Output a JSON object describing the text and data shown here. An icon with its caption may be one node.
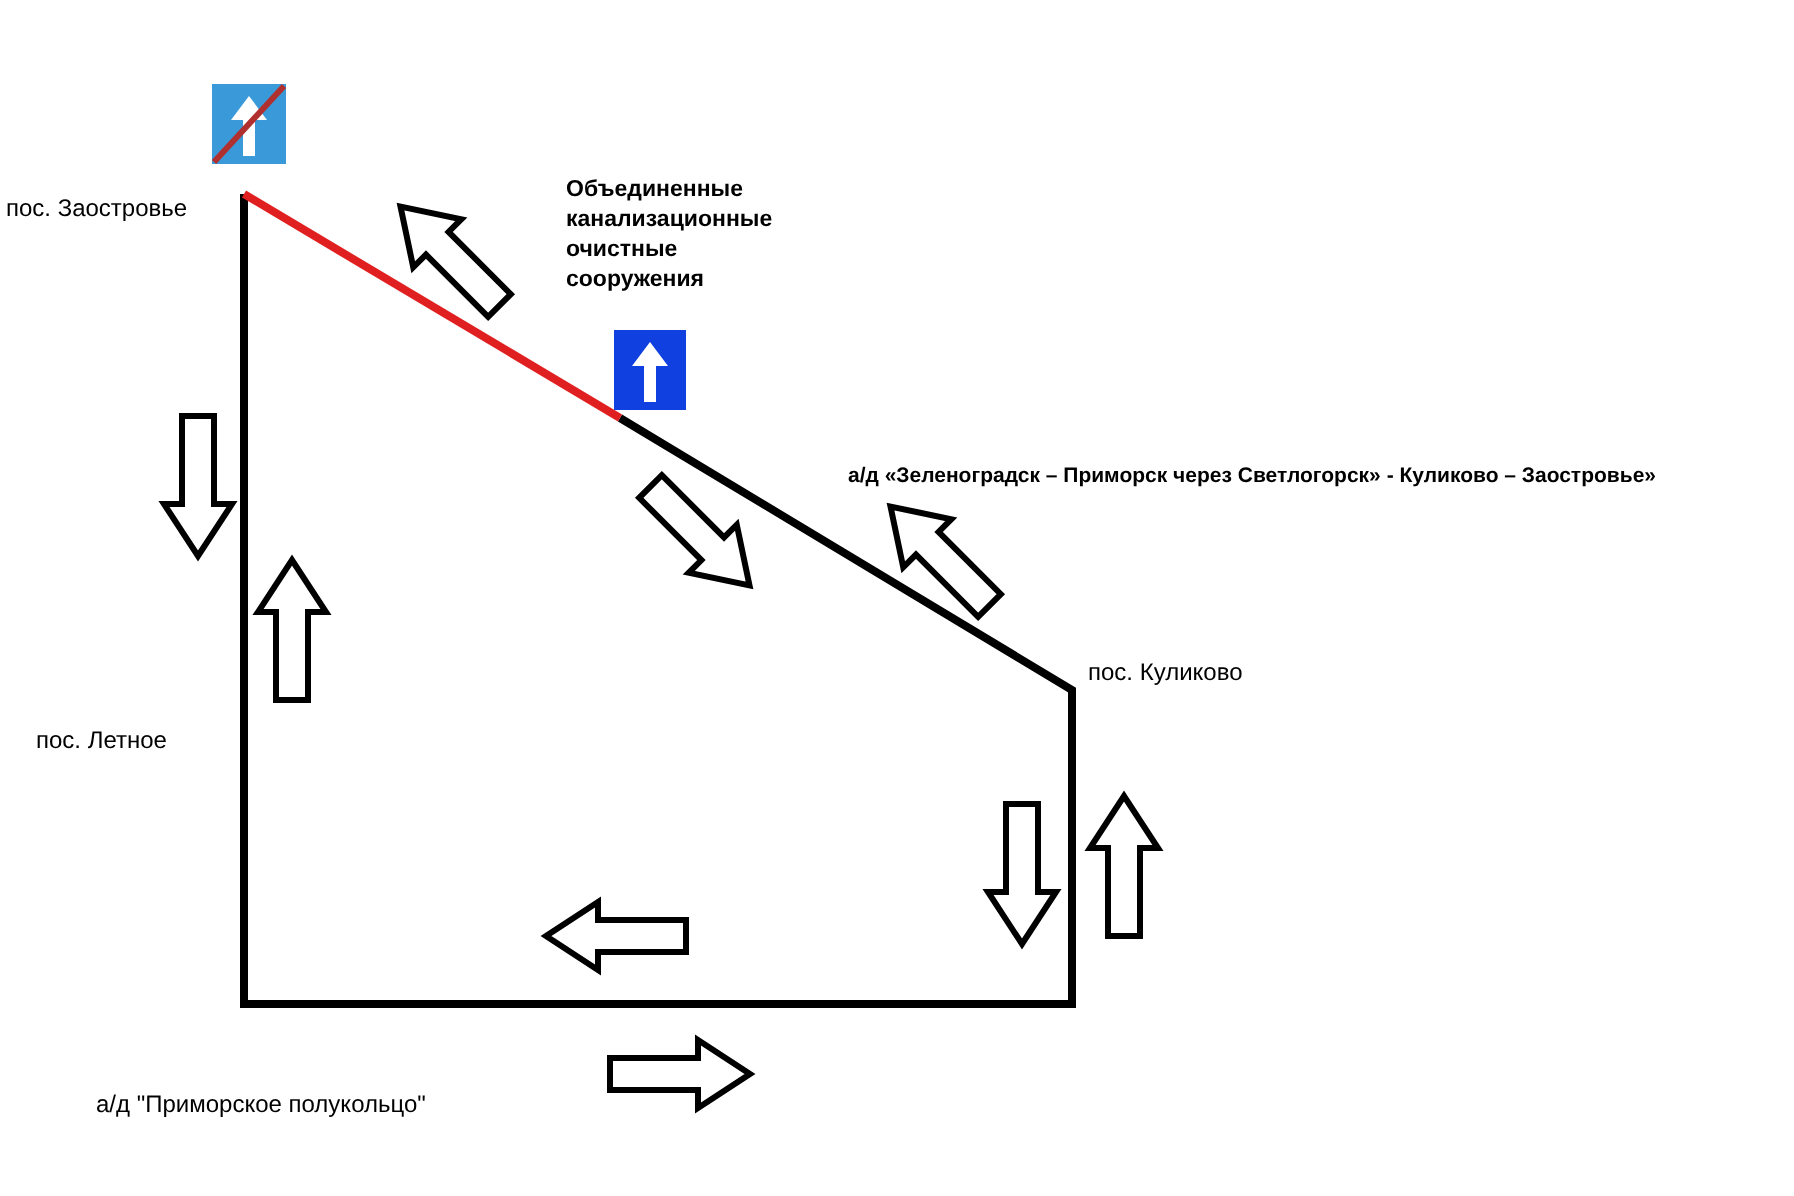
{
  "diagram": {
    "labels": [
      "пос. Заостровье",
      "Объединенные канализационные очистные сооружения",
      "а/д «Зеленоградск – Приморск через Светлогорск» - Куликово – Заостровье»",
      "пос. Куликово",
      "пос. Летное",
      "а/д \"Приморское полукольцо\""
    ]
  }
}
